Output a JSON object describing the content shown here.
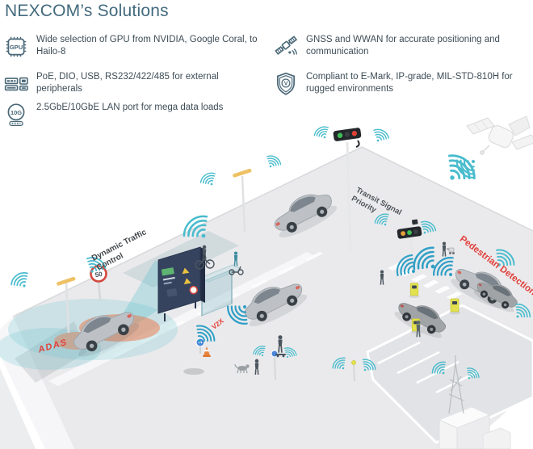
{
  "header": {
    "title": "NEXCOM’s Solutions"
  },
  "features": {
    "left": [
      {
        "icon": "gpu-chip-icon",
        "text": "Wide selection of GPU from NVIDIA, Google Coral, to Hailo-8"
      },
      {
        "icon": "io-ports-icon",
        "text": "PoE, DIO, USB, RS232/422/485 for external peripherals"
      },
      {
        "icon": "lan-10g-icon",
        "text": "2.5GbE/10GbE LAN port for mega data loads"
      }
    ],
    "right": [
      {
        "icon": "satellite-icon",
        "text": "GNSS and WWAN for accurate positioning and communication"
      },
      {
        "icon": "shield-v-icon",
        "text": "Compliant to E-Mark, IP-grade, MIL-STD-810H for rugged environments"
      }
    ]
  },
  "icon_labels": {
    "gpu": "GPU",
    "lan": "10G",
    "shield": "V"
  },
  "diagram": {
    "labels": {
      "transit_signal_priority": "Transit Signal Priority",
      "dynamic_traffic_control": "Dynamic Traffic Control",
      "pedestrian_detection": "Pedestrian Detection",
      "adas": "ADAS",
      "v2x": "V2X",
      "speed_limit": "50"
    },
    "colors": {
      "title_slate": "#436a7d",
      "body_text": "#3e4c56",
      "icon_stroke": "#4a6878",
      "signal_teal": "#49bccd",
      "signal_blue": "#2f9fc6",
      "alert_red": "#e23f3a",
      "road_gray": "#eaeaec",
      "charger_yellow": "#e3e14e"
    }
  }
}
